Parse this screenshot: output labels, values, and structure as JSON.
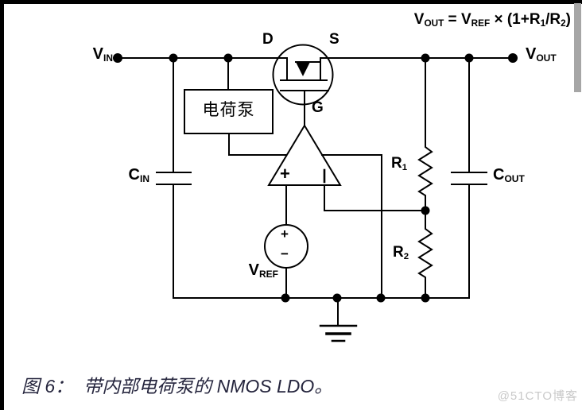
{
  "formula": {
    "lhs_base": "V",
    "lhs_sub": "OUT",
    "eq": " = ",
    "rhs_base": "V",
    "rhs_sub": "REF",
    "times": " × (1+",
    "r1_base": "R",
    "r1_sub": "1",
    "slash": "/",
    "r2_base": "R",
    "r2_sub": "2",
    "close": ")"
  },
  "terminals": {
    "vin": {
      "base": "V",
      "sub": "IN"
    },
    "vout": {
      "base": "V",
      "sub": "OUT"
    }
  },
  "transistor": {
    "drain": "D",
    "source": "S",
    "gate": "G"
  },
  "charge_pump": {
    "label": "电荷泵"
  },
  "components": {
    "cin": {
      "base": "C",
      "sub": "IN"
    },
    "cout": {
      "base": "C",
      "sub": "OUT"
    },
    "r1": {
      "base": "R",
      "sub": "1"
    },
    "r2": {
      "base": "R",
      "sub": "2"
    },
    "vref": {
      "base": "V",
      "sub": "REF"
    }
  },
  "opamp": {
    "noninverting": "+",
    "inverting_icon": "vertical-bar-minus"
  },
  "vref_source": {
    "plus": "+",
    "minus": "−"
  },
  "caption": {
    "figure": "图 6：",
    "text": "带内部电荷泵的 NMOS LDO。"
  },
  "watermark": "@51CTO博客",
  "colors": {
    "line": "#000000",
    "caption_text": "#26263e",
    "watermark_text": "#c9c9c9",
    "scrollbar": "#a6a6a6",
    "frame": "#000000",
    "background": "#ffffff"
  }
}
